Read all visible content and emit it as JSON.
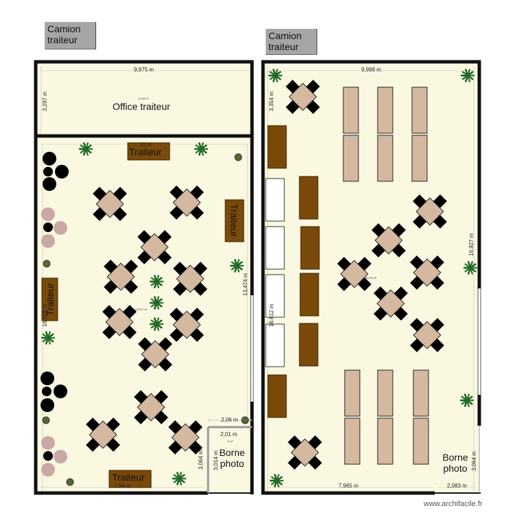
{
  "labels": {
    "truck_left": "Camion traiteur",
    "truck_right": "Camion traiteur",
    "office": "Office traiteur",
    "traiteur_top": "Traiteur",
    "traiteur_right": "Traiteur",
    "traiteur_left": "Traiteur",
    "traiteur_bottom": "Traiteur",
    "borne_left": "Borne photo",
    "borne_right": "Borne photo",
    "credit": "www.archifacile.fr"
  },
  "areas": {
    "office": "32,89 m²",
    "left_hall": "136,07 m²",
    "right_hall": "166,16 m²",
    "borne": "6 m²"
  },
  "dimensions": {
    "office_width": "9,975 m",
    "office_height": "3,297 m",
    "left_top": "10 m",
    "left_height_right": "13,474 m",
    "left_height_left": "16,628 m",
    "left_bottom": "7,94 m",
    "borne_top_outer": "2,06 m",
    "borne_top_inner": "2,01 m",
    "borne_height_outer": "3,064 m",
    "borne_height_inner": "3,014 m",
    "right_top": "9,998 m",
    "right_height_top": "3,354 m",
    "right_height_mid": "16,612 m",
    "right_height_right": "16,927 m",
    "right_bottom": "7,965 m",
    "right_bottom_right": "2,083 m",
    "right_borne_height": "3,064 m"
  },
  "colors": {
    "floor": "#fbf8e2",
    "wall": "#111111",
    "buffet": "#7a4a0a",
    "table": "#d4b8a0",
    "chair": "#000000",
    "plant": "#2e7d32",
    "dark_round": "#000000",
    "pink_round": "#c9a9a6"
  }
}
